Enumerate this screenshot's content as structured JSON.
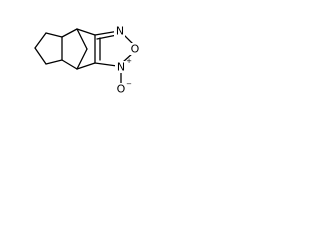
{
  "molecule": {
    "atoms": {
      "n_top": "N",
      "o_ring": "O",
      "n_bottom": "N",
      "o_exo": "O"
    }
  }
}
